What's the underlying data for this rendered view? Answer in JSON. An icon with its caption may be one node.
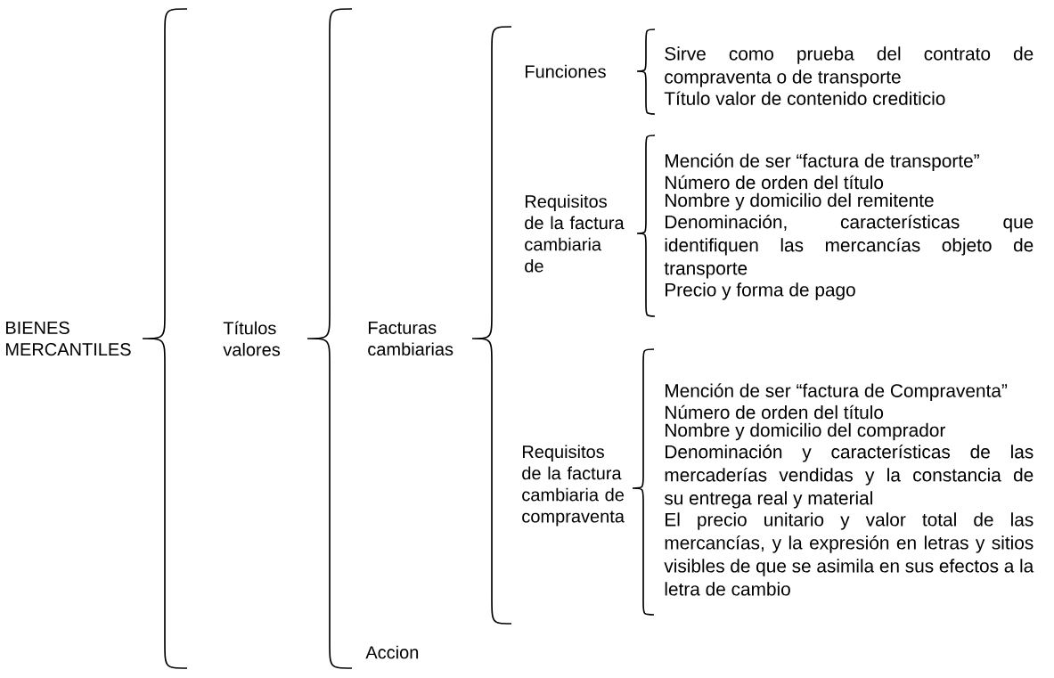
{
  "diagram": {
    "nodes": [
      {
        "text": [
          "BIENES MERCANTILES"
        ]
      },
      {
        "text": [
          "Títulos valores"
        ]
      },
      {
        "text": [
          "Facturas cambiarias"
        ]
      },
      {
        "text": [
          "Accion"
        ]
      },
      {
        "text": [
          "Funciones"
        ]
      },
      {
        "text": [
          "Requisitos de la factura cambiaria de"
        ]
      },
      {
        "text": [
          "Requisitos de la factura cambiaria de compraventa"
        ]
      },
      {
        "text": [
          "Sirve como prueba del contrato de compraventa o de transporte"
        ]
      },
      {
        "text": [
          "Título valor de contenido crediticio"
        ]
      },
      {
        "text": [
          "Mención de ser “factura de transporte”"
        ]
      },
      {
        "text": [
          "Número de orden del título"
        ]
      },
      {
        "text": [
          "Nombre y domicilio del remitente"
        ]
      },
      {
        "text": [
          "Denominación, características que identifiquen las mercancías objeto de transporte"
        ]
      },
      {
        "text": [
          "Precio y forma de pago"
        ]
      },
      {
        "text": [
          "Mención de ser “factura de Compraventa”"
        ]
      },
      {
        "text": [
          "Número de orden del título"
        ]
      },
      {
        "text": [
          "Nombre y domicilio del comprador"
        ]
      },
      {
        "text": [
          "Denominación y características de las mercaderías vendidas y la constancia de su entrega real y material"
        ]
      },
      {
        "text": [
          "El precio unitario y valor total de las mercancías, y la expresión en letras y sitios visibles de que se asimila en sus efectos a la letra de cambio"
        ]
      }
    ]
  }
}
